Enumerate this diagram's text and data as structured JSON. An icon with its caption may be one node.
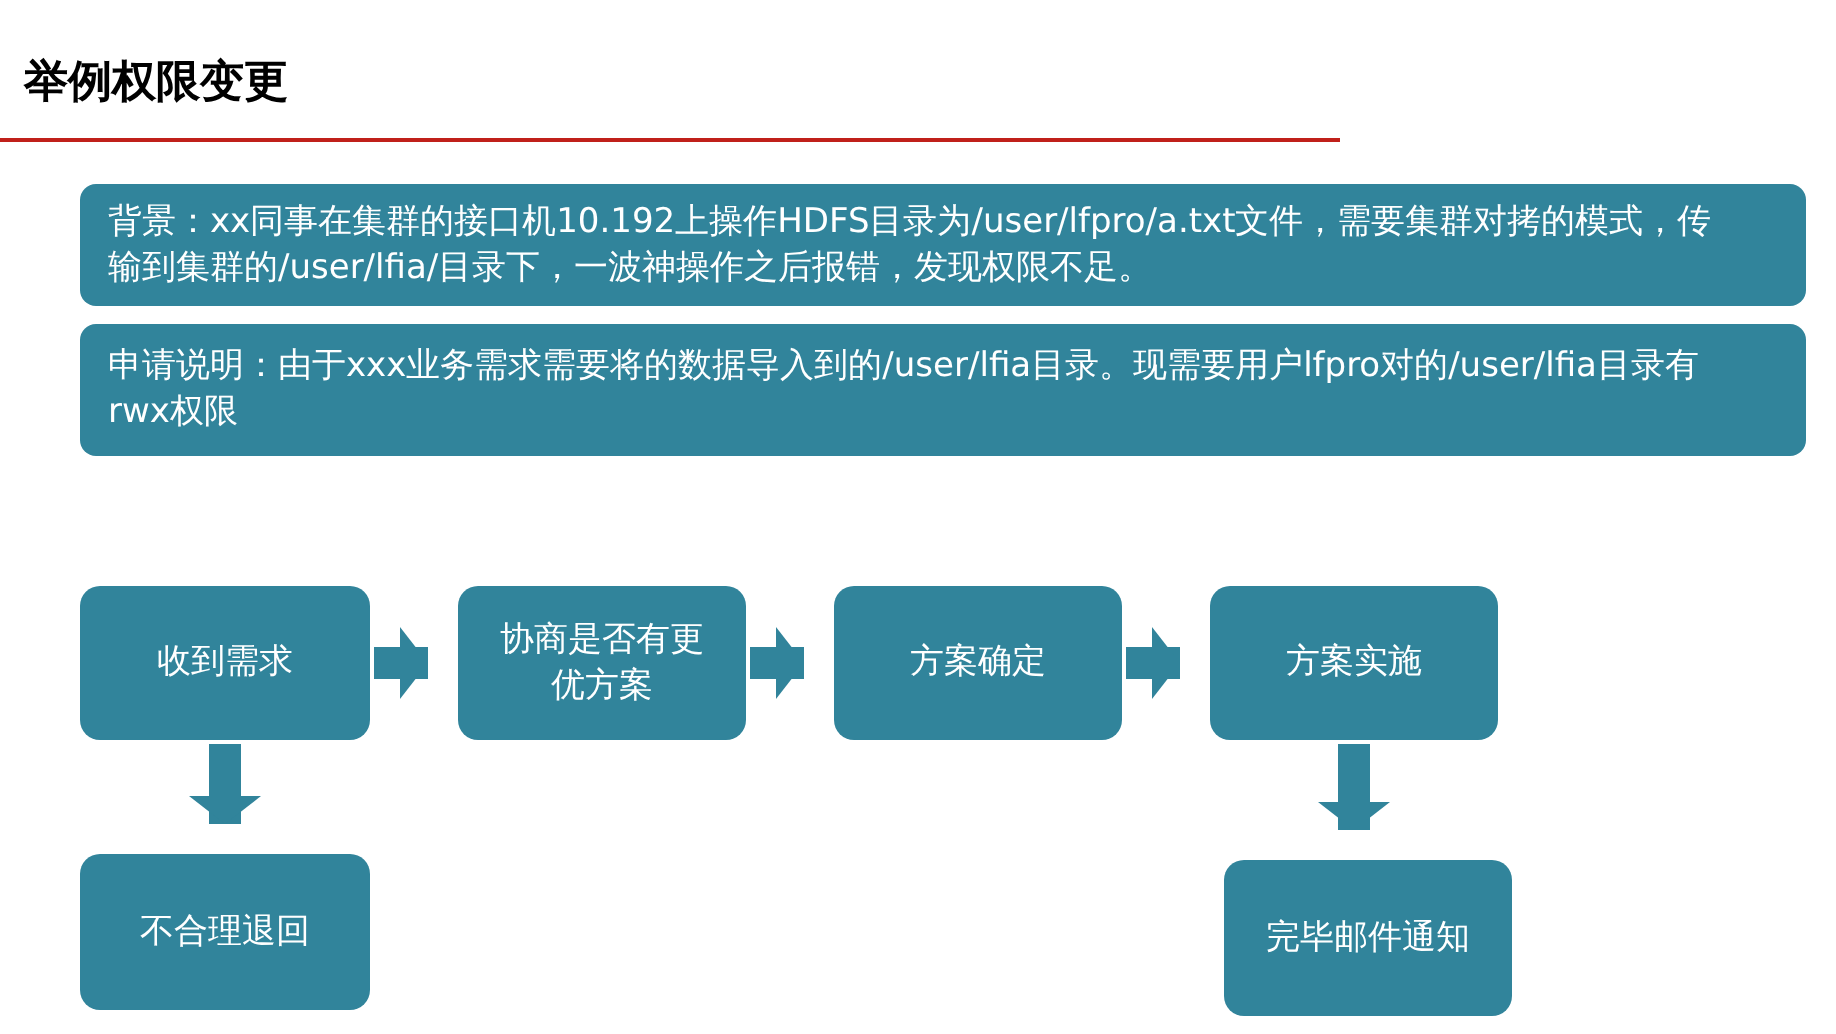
{
  "diagram": {
    "title": "举例权限变更",
    "nodes": [
      {
        "text": [
          "背景：xx同事在集群的接口机10.192上操作HDFS目录为/user/lfpro/a.txt文件，需要集群对拷的模式，传输到集群的/user/lfia/目录下，一波神操作之后报错，发现权限不足。"
        ]
      },
      {
        "text": [
          "申请说明：由于xxx业务需求需要将的数据导入到的/user/lfia目录。现需要用户lfpro对的/user/lfia目录有rwx权限"
        ]
      },
      {
        "text": [
          "收到需求"
        ]
      },
      {
        "text": [
          "协商是否有更优方案"
        ]
      },
      {
        "text": [
          "方案确定"
        ]
      },
      {
        "text": [
          "方案实施"
        ]
      },
      {
        "text": [
          "不合理退回"
        ]
      },
      {
        "text": [
          "完毕邮件通知"
        ]
      }
    ],
    "edges": [
      {
        "from": 2,
        "to": 3,
        "arrow": "to"
      },
      {
        "from": 3,
        "to": 4,
        "arrow": "to"
      },
      {
        "from": 4,
        "to": 5,
        "arrow": "to"
      },
      {
        "from": 2,
        "to": 6,
        "arrow": "to"
      },
      {
        "from": 5,
        "to": 7,
        "arrow": "to"
      }
    ]
  }
}
